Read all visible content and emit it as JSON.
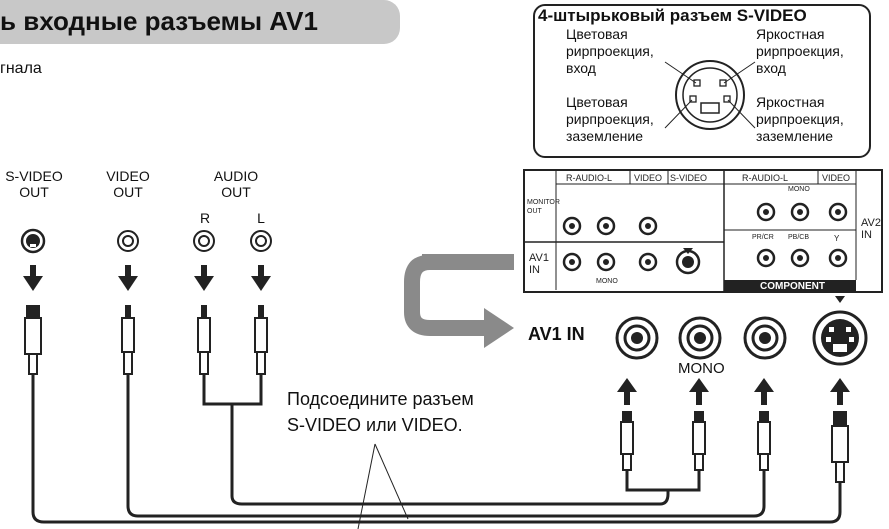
{
  "header": {
    "title": "ь входные разъемы AV1",
    "subtitle": "гнала"
  },
  "source_labels": {
    "svideo_out": "S-VIDEO\nOUT",
    "video_out": "VIDEO\nOUT",
    "audio_out": "AUDIO\nOUT",
    "r": "R",
    "l": "L"
  },
  "svideo_box": {
    "title": "4-штырьковый разъем S-VIDEO",
    "chroma_in": "Цветовая\nрирпроекция,\nвход",
    "luma_in": "Яркостная\nрирпроекция,\nвход",
    "chroma_gnd": "Цветовая\nрирпроекция,\nзаземление",
    "luma_gnd": "Яркостная\nрирпроекция,\nзаземление"
  },
  "panel": {
    "audio_header": "R-AUDIO-L",
    "video_header": "VIDEO",
    "svideo_header": "S-VIDEO",
    "monitor_out": "MONITOR\nOUT",
    "av1_in": "AV1\nIN",
    "mono_small": "MONO",
    "audio_header_2": "R-AUDIO-L",
    "video_header_2": "VIDEO",
    "mono_small_2": "MONO",
    "pr": "PR/CR",
    "pb": "PB/CB",
    "y": "Y",
    "av2_in": "AV2\nIN",
    "component": "COMPONENT"
  },
  "connection": {
    "av1_label": "AV1 IN",
    "mono_label": "MONO",
    "note": "Подсоедините разъем\nS-VIDEO или VIDEO."
  }
}
